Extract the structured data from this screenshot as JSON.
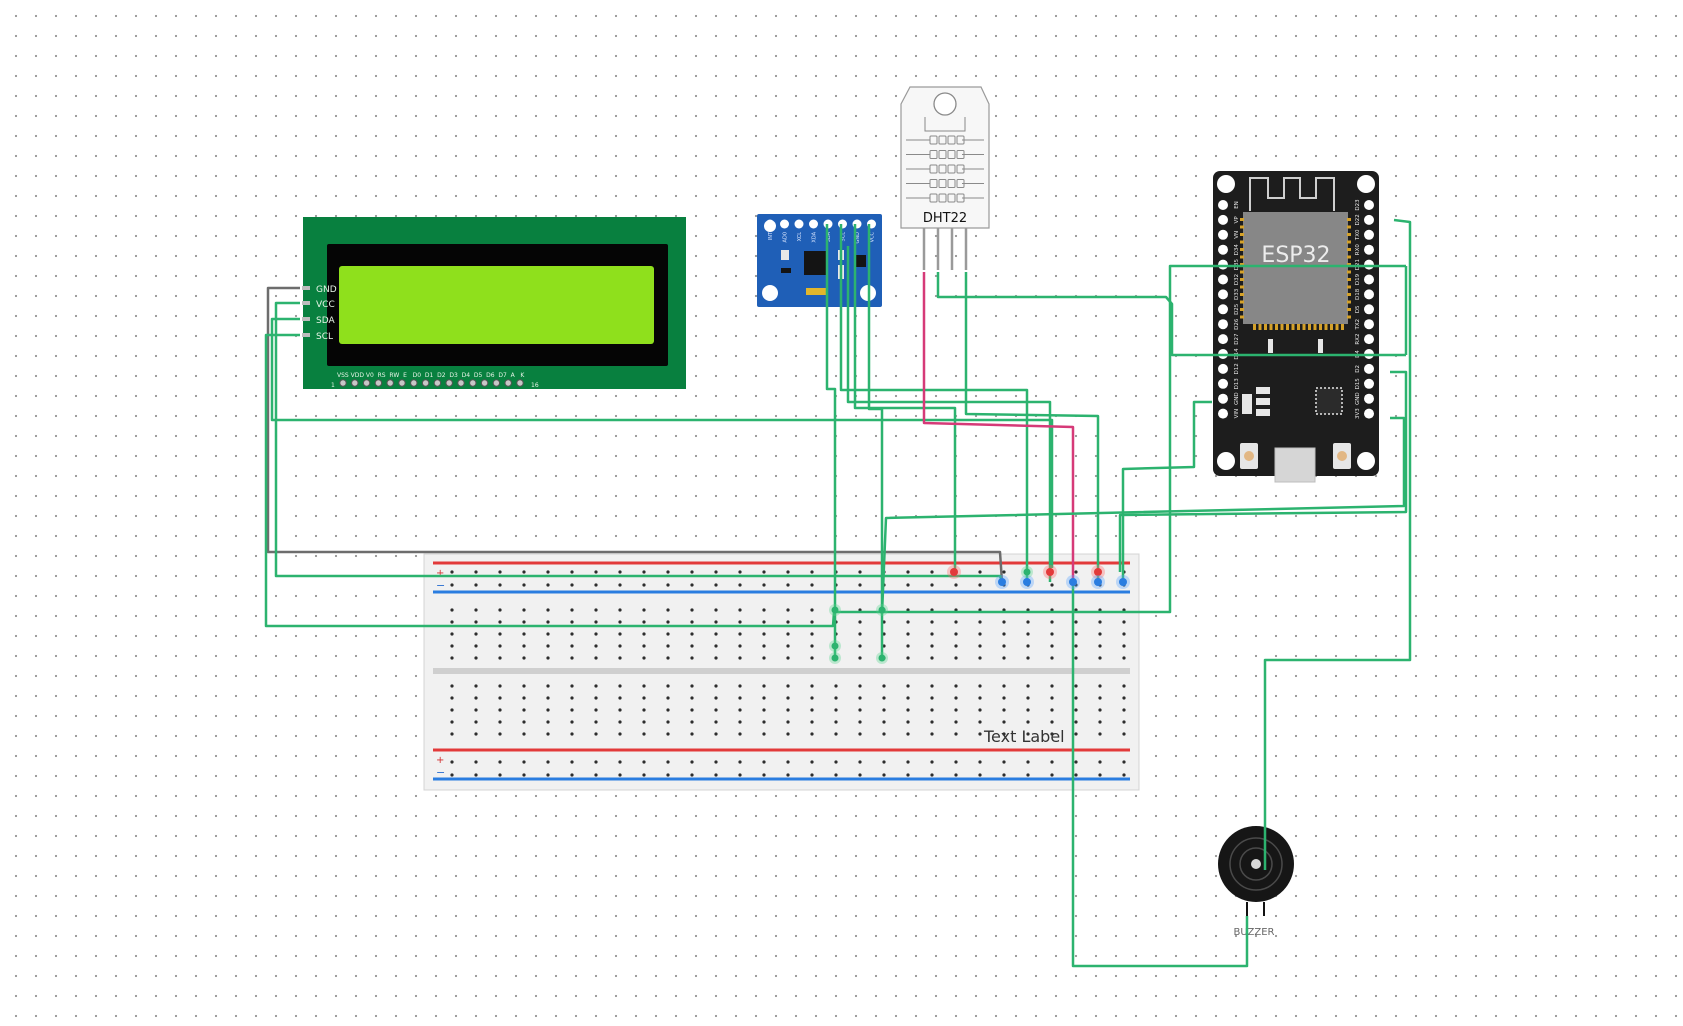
{
  "colors": {
    "wire_green": "#2cb36f",
    "wire_red": "#d63a78",
    "wire_gray": "#6d6d6d",
    "lcd_board": "#08803f",
    "lcd_screen": "#8fe01c",
    "esp_board": "#1d1d1d",
    "esp_module": "#878787",
    "mpu_board": "#1f5fb7",
    "rail_red": "#e23a3a",
    "rail_blue": "#2a7de0"
  },
  "lcd": {
    "pins": [
      "GND",
      "VCC",
      "SDA",
      "SCL"
    ],
    "header_label": "VSS VDD V0  RS  RW  E   D0  D1  D2  D3  D4  D5  D6  D7  A   K",
    "pin_first": "1",
    "pin_last": "16"
  },
  "dht": {
    "label": "DHT22"
  },
  "mpu": {
    "pins": [
      "INT",
      "AD0",
      "XCL",
      "XDA",
      "SDA",
      "SCL",
      "GND",
      "VCC"
    ]
  },
  "esp32": {
    "label": "ESP32",
    "left_pins": [
      "EN",
      "VP",
      "VN",
      "D34",
      "D35",
      "D32",
      "D33",
      "D25",
      "D26",
      "D27",
      "D14",
      "D12",
      "D13",
      "GND",
      "VIN"
    ],
    "right_pins": [
      "D23",
      "D22",
      "TX0",
      "RX0",
      "D21",
      "D19",
      "D18",
      "D5",
      "TX2",
      "RX2",
      "D4",
      "D2",
      "D15",
      "GND",
      "3V3"
    ]
  },
  "breadboard": {
    "plus_symbol": "+",
    "minus_symbol": "−",
    "text_label": "Text Label"
  },
  "buzzer": {
    "label": "BUZZER"
  }
}
